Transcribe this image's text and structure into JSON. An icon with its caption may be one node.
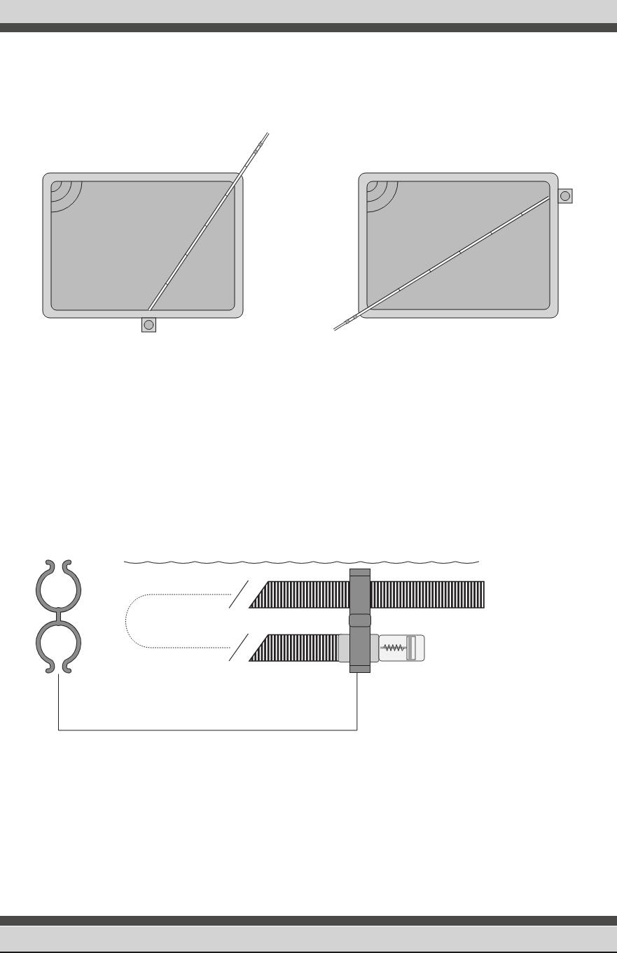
{
  "diagram": {
    "nodes": [
      {
        "text": [],
        "shape": "picture"
      },
      {
        "text": [],
        "shape": "picture"
      }
    ],
    "edges": [
      {
        "from": 0,
        "to": 1,
        "arrow": "none"
      }
    ]
  }
}
